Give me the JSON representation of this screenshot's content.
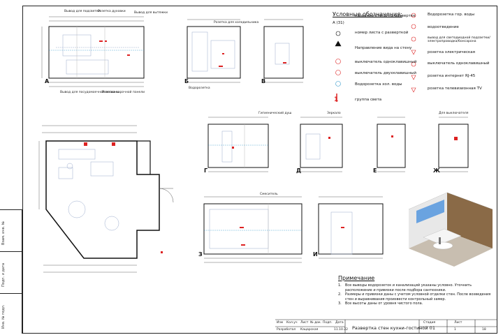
{
  "legend": {
    "title": "Условные обозначения:",
    "items": [
      {
        "label": "название стены на развертке",
        "icon": "wall-name-icon"
      },
      {
        "label": "номер листа с разверткой",
        "icon": "sheet-ref-icon"
      },
      {
        "label": "Направление вида на стену",
        "icon": "view-direction-icon"
      },
      {
        "label": "выключатель одноклавишный",
        "icon": "switch-single-icon"
      },
      {
        "label": "выключатель двухклавишный",
        "icon": "switch-double-icon"
      },
      {
        "label": "Водорозетка хол. воды",
        "icon": "cold-water-outlet-icon"
      },
      {
        "label": "группа света",
        "icon": "light-group-icon"
      },
      {
        "label": "Водорозетка гор. воды",
        "icon": "hot-water-outlet-icon"
      },
      {
        "label": "водоотведение",
        "icon": "drainage-icon"
      },
      {
        "label": "вывод для светодиодной подсветки/ электропроводка/бонсарона",
        "icon": "led-output-icon"
      },
      {
        "label": "розетка электрическая",
        "icon": "socket-icon"
      },
      {
        "label": "выключатель одноклавишный",
        "icon": "switch-single-icon"
      },
      {
        "label": "розетка интернет RJ-45",
        "icon": "rj45-socket-icon"
      },
      {
        "label": "розетка телевизионная TV",
        "icon": "tv-socket-icon"
      }
    ],
    "sample_wall_code": "А (31)",
    "sample_group": "1"
  },
  "views": {
    "a": "А",
    "b": "Б",
    "v": "В",
    "g": "Г",
    "d": "Д",
    "e": "Е",
    "zh": "Ж",
    "z": "З",
    "i": "И"
  },
  "notes": {
    "title": "Примечание",
    "items": [
      {
        "num": "1.",
        "text": "Все выводы водорозеток и канализаций указаны условно. Уточнить расположение и привязки после подбора сантехники."
      },
      {
        "num": "2.",
        "text": "Размеры и привязки даны с учетом условной отделки стен. После возведения стен и выравнивания произвести контрольный замер."
      },
      {
        "num": "3.",
        "text": "Все высоты даны от уровня чистого пола."
      }
    ]
  },
  "title_block": {
    "title": "Развертка стен кухни-гостиной 01",
    "izm": "Изм",
    "kol": "Кол.уч",
    "list": "Лист",
    "ndok": "№ док.",
    "podp": "Подп.",
    "data": "Дата",
    "razrab": "Разработал",
    "author": "Кацарская",
    "date": "11.10.22",
    "stadia": "Стадия",
    "list_h": "Лист",
    "sheet_num": "1",
    "sheet_total": "18"
  },
  "side_stamp": {
    "vzam": "Взам. инв. №",
    "podp_data": "Подп. и дата",
    "inv": "Инв. № подл."
  },
  "annotations": {
    "a1": "Вывод для подсветки",
    "a2": "Розетка духовки",
    "a3": "Вывод для посудомоечной машины",
    "a4": "Розетка варочной панели",
    "a5": "Вывод для вытяжки",
    "a6": "Розетка для холодильника",
    "a7": "Водорозетка",
    "a8": "Гигиенический душ",
    "a9": "Зеркало",
    "a10": "Для выключателя",
    "a11": "Смеситель"
  }
}
